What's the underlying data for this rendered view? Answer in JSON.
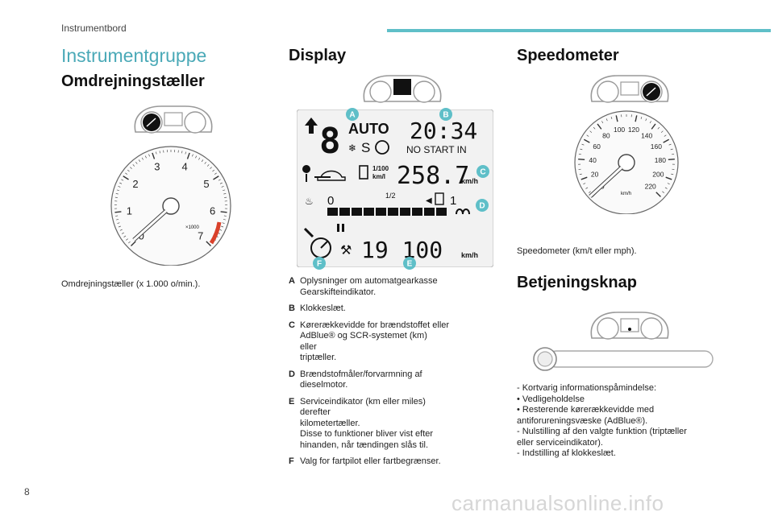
{
  "header": {
    "section": "Instrumentbord"
  },
  "page": {
    "number": "8"
  },
  "col1": {
    "title_light": "Instrumentgruppe",
    "title_bold": "Omdrejningstæller",
    "caption": "Omdrejningstæller (x 1.000 o/min.).",
    "gauge_ticks": [
      "0",
      "1",
      "2",
      "3",
      "4",
      "5",
      "6",
      "7"
    ],
    "gauge_unit": "×1000"
  },
  "col2": {
    "title": "Display",
    "lcd": {
      "gear": "8",
      "auto": "AUTO",
      "s": "S",
      "clock": "20:34",
      "no_start": "NO START IN",
      "fuel_unit_top": "1/100",
      "fuel_unit_bottom": "km/l",
      "range": "258.7",
      "range_unit": "km/h",
      "scale_zero": "0",
      "scale_half": "1/2",
      "scale_one": "1",
      "odometer": "19 100",
      "odo_unit": "km/h"
    },
    "callouts": [
      "A",
      "B",
      "C",
      "D",
      "E",
      "F"
    ],
    "items": [
      {
        "key": "A",
        "text": "Oplysninger om automatgearkasse\nGearskifteindikator."
      },
      {
        "key": "B",
        "text": "Klokkeslæt."
      },
      {
        "key": "C",
        "text": "Kørerækkevidde for brændstoffet eller\nAdBlue® og SCR-systemet (km)\neller\ntriptæller."
      },
      {
        "key": "D",
        "text": "Brændstofmåler/forvarmning af\ndieselmotor."
      },
      {
        "key": "E",
        "text": "Serviceindikator (km eller miles)\nderefter\nkilometertæller.\nDisse to funktioner bliver vist efter\nhinanden, når tændingen slås til."
      },
      {
        "key": "F",
        "text": "Valg for fartpilot eller fartbegrænser."
      }
    ]
  },
  "col3": {
    "title1": "Speedometer",
    "caption": "Speedometer (km/t eller mph).",
    "gauge_ticks": [
      "0",
      "20",
      "40",
      "60",
      "80",
      "100",
      "120",
      "140",
      "160",
      "180",
      "200",
      "220"
    ],
    "gauge_unit": "km/h",
    "title2": "Betjeningsknap",
    "bullets": "-  Kortvarig informationspåmindelse:\n      •  Vedligeholdelse\n      •  Resterende kørerækkevidde med\n          antiforureningsvæske (AdBlue®).\n-  Nulstilling af den valgte funktion (triptæller\n    eller serviceindikator).\n-  Indstilling af klokkeslæt."
  },
  "footer": {
    "watermark": "carmanualsonline.info"
  },
  "colors": {
    "accent": "#5fbfc8",
    "heading_light": "#4aa9b7",
    "redzone": "#d9412b"
  }
}
